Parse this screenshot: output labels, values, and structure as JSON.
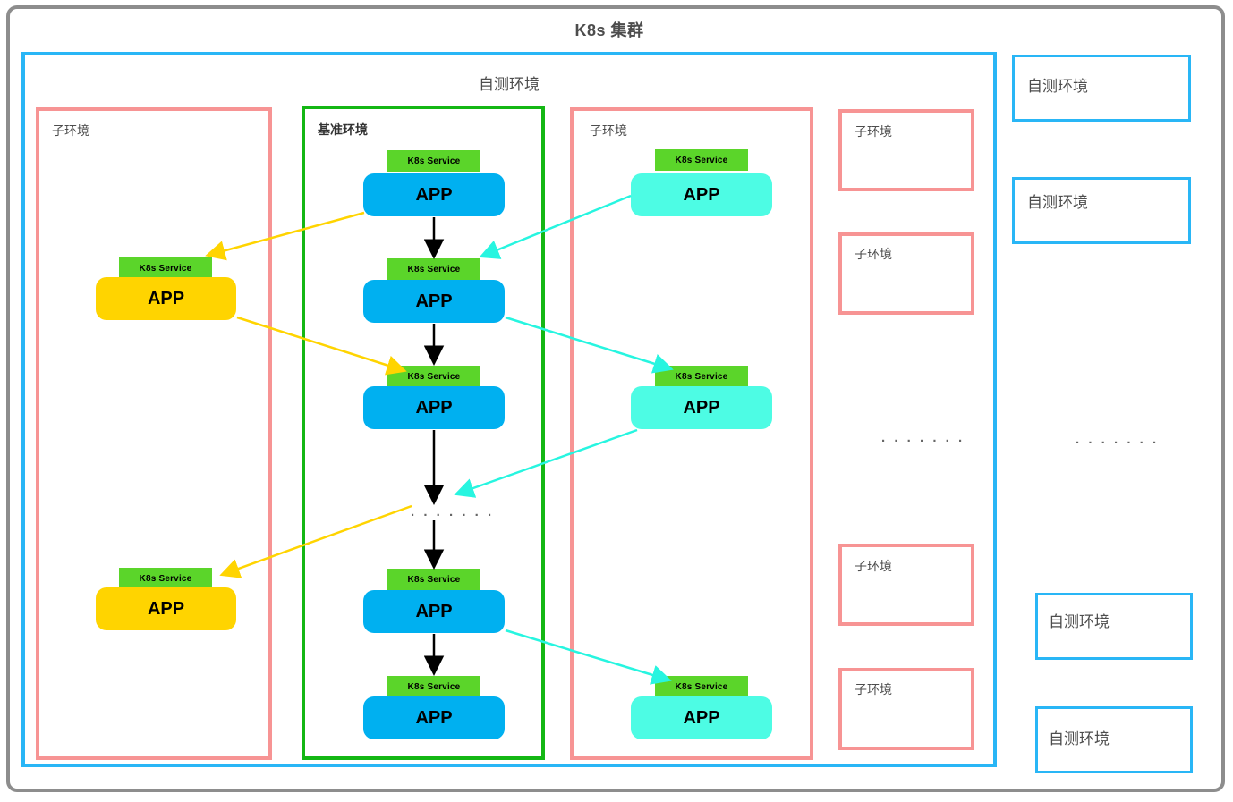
{
  "cluster": {
    "title": "K8s 集群",
    "border_color": "#8d8d8d"
  },
  "colors": {
    "self_test_border": "#29b6f6",
    "sub_env_border": "#f79494",
    "baseline_border": "#14b714",
    "service_fill": "#5bd52a",
    "app_blue": "#00b0f0",
    "app_yellow": "#ffd400",
    "app_cyan": "#4dfce4",
    "arrow_black": "#000000",
    "arrow_yellow": "#ffd400",
    "arrow_cyan": "#27f5e0",
    "label_gray": "#4d4d4d"
  },
  "main_self_test": {
    "label": "自测环境",
    "sub_env_left": {
      "label": "子环境"
    },
    "baseline_env": {
      "label": "基准环境"
    },
    "sub_env_right": {
      "label": "子环境"
    },
    "sub_env_stack": [
      {
        "label": "子环境"
      },
      {
        "label": "子环境"
      },
      {
        "label": "子环境"
      },
      {
        "label": "子环境"
      }
    ],
    "stack_ellipsis": ". . . . . . ."
  },
  "right_column": {
    "self_test_envs": [
      {
        "label": "自测环境"
      },
      {
        "label": "自测环境"
      },
      {
        "label": "自测环境"
      },
      {
        "label": "自测环境"
      }
    ],
    "ellipsis": ". . . . . . ."
  },
  "nodes": {
    "service_label": "K8s Service",
    "app_label": "APP",
    "baseline_chain": [
      {
        "service": "K8s Service",
        "app": "APP"
      },
      {
        "service": "K8s Service",
        "app": "APP"
      },
      {
        "service": "K8s Service",
        "app": "APP"
      },
      {
        "service": "K8s Service",
        "app": "APP"
      },
      {
        "service": "K8s Service",
        "app": "APP"
      }
    ],
    "baseline_ellipsis": ". . . . . . .",
    "left_sub_env_nodes": [
      {
        "service": "K8s Service",
        "app": "APP"
      },
      {
        "service": "K8s Service",
        "app": "APP"
      }
    ],
    "right_sub_env_nodes": [
      {
        "service": "K8s Service",
        "app": "APP"
      },
      {
        "service": "K8s Service",
        "app": "APP"
      },
      {
        "service": "K8s Service",
        "app": "APP"
      }
    ]
  }
}
